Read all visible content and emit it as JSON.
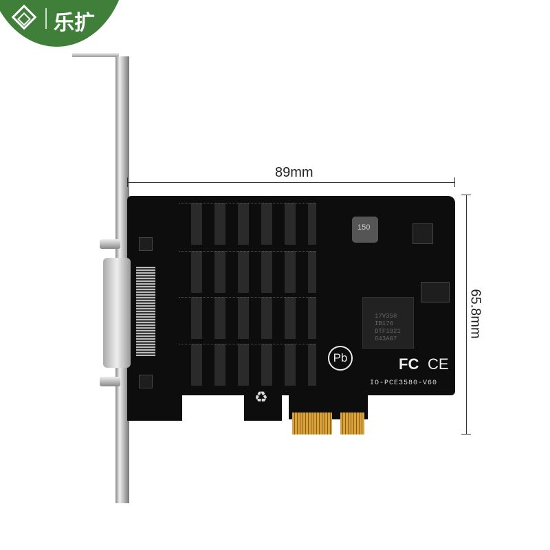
{
  "logo": {
    "brand_text": "乐扩"
  },
  "board": {
    "model": "IO-PCE3580-V60",
    "chip_lines": [
      "17V358",
      "IB176",
      "DTF1921",
      "643A07"
    ],
    "inductor_label": "150",
    "pb_free_mark": "Pb",
    "certs": [
      "FC",
      "CE"
    ],
    "recycle_symbol": "♻"
  },
  "dimensions": {
    "width": "89mm",
    "height": "65.8mm"
  }
}
